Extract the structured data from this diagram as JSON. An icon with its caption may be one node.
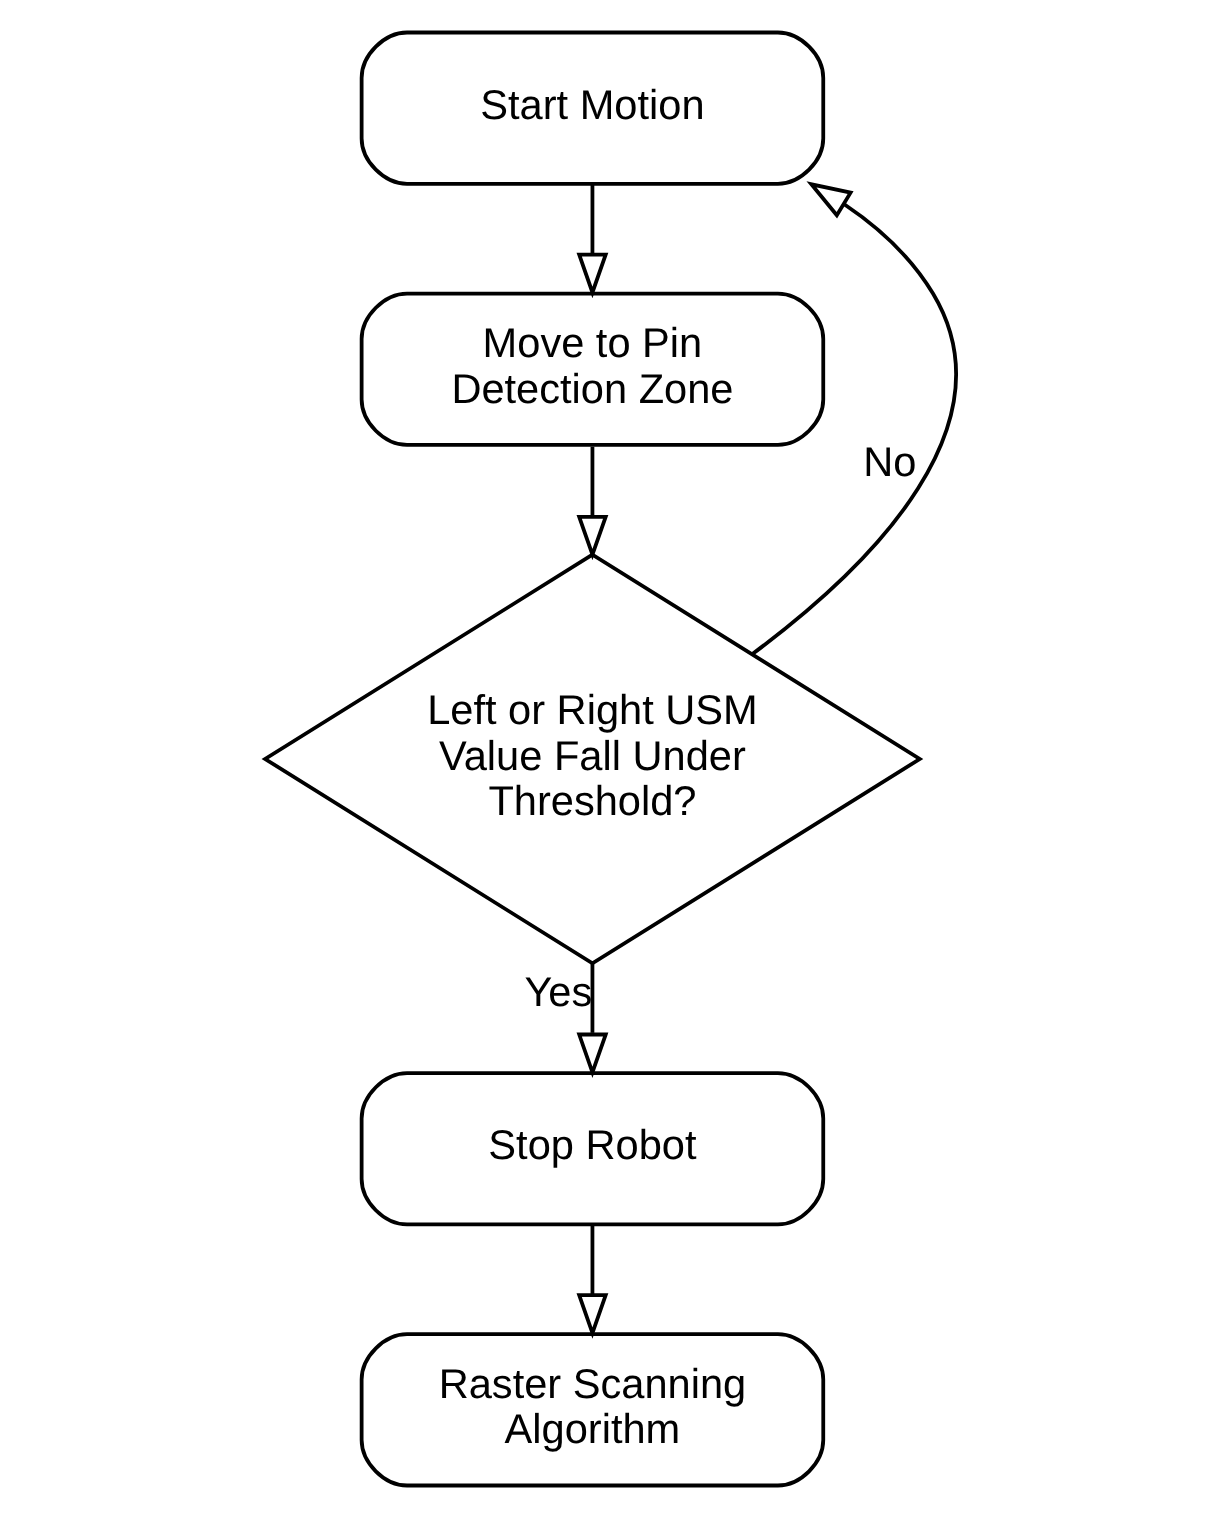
{
  "diagram": {
    "nodes": [
      {
        "text": [
          "Start Motion"
        ]
      },
      {
        "text": [
          "Move to Pin Detection Zone"
        ]
      },
      {
        "text": [
          "Left or Right USM Value Fall Under Threshold?"
        ]
      },
      {
        "text": [
          "Stop Robot"
        ]
      },
      {
        "text": [
          "Raster Scanning Algorithm"
        ]
      }
    ],
    "edges": [
      {
        "from": 0,
        "to": 1,
        "arrow": "to"
      },
      {
        "from": 1,
        "to": 2,
        "arrow": "to"
      },
      {
        "from": 2,
        "to": 0,
        "arrow": "to",
        "label": "No"
      },
      {
        "from": 2,
        "to": 3,
        "arrow": "to",
        "label": "Yes"
      },
      {
        "from": 3,
        "to": 4,
        "arrow": "to"
      }
    ]
  }
}
